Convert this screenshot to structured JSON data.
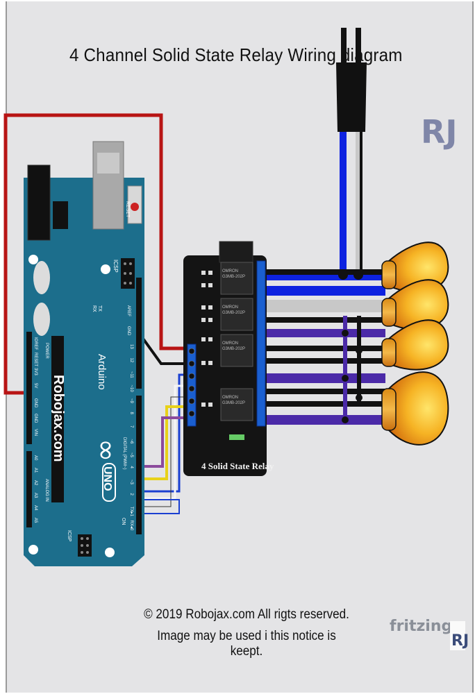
{
  "diagram": {
    "title": "4 Channel Solid State Relay Wiring diagram",
    "arduino": {
      "site_text": "Robojax.com",
      "brand_text": "Arduino",
      "model_text": "UNO",
      "infinity_glyph": "∞",
      "reset_label": "RESET",
      "icsp_label": "ICSP",
      "icsp2_label": "ICSP",
      "tx_label": "TX",
      "rx_label": "RX",
      "on_label": "ON",
      "aref_label": "AREF",
      "gnd_label": "GND",
      "power_section_label": "POWER",
      "analog_section_label": "ANALOG IN",
      "digital_section_label": "DIGITAL (PWM~)",
      "power_pins": [
        "IOREF",
        "RESET",
        "3V3",
        "5V",
        "GND",
        "GND",
        "VIN"
      ],
      "analog_pins": [
        "A0",
        "A1",
        "A2",
        "A3",
        "A4",
        "A5"
      ],
      "digital_pins": [
        "13",
        "12",
        "~11",
        "~10",
        "~9",
        "8",
        "7",
        "~6",
        "~5",
        "4",
        "~3",
        "2",
        "TX▸1",
        "RX◂0"
      ]
    },
    "relay_module": {
      "label": "4 Solid State Relay",
      "relay_brand": "OMRON",
      "relay_model": "G3MB-202P"
    },
    "plug_color": "#111111",
    "wire_colors": {
      "power_5v": "#cc1111",
      "ground": "#111111",
      "ch1": "#1a3fd1",
      "ch2": "#ffffff",
      "ch3": "#e8d21a",
      "ch4": "#8b4a9c",
      "load_purple": "#4b2aa8",
      "load_gray": "#c8c8c8",
      "load_blue": "#0d22e0"
    },
    "bulb_color": "#f3a21b",
    "bulb_count": 4,
    "logo_text": "RJ",
    "copyright_line1": "© 2019 Robojax.com All rigts reserved.",
    "copyright_line2": "Image may be used i this notice is keept.",
    "watermark": "fritzing",
    "corner_logo": "RJ"
  }
}
